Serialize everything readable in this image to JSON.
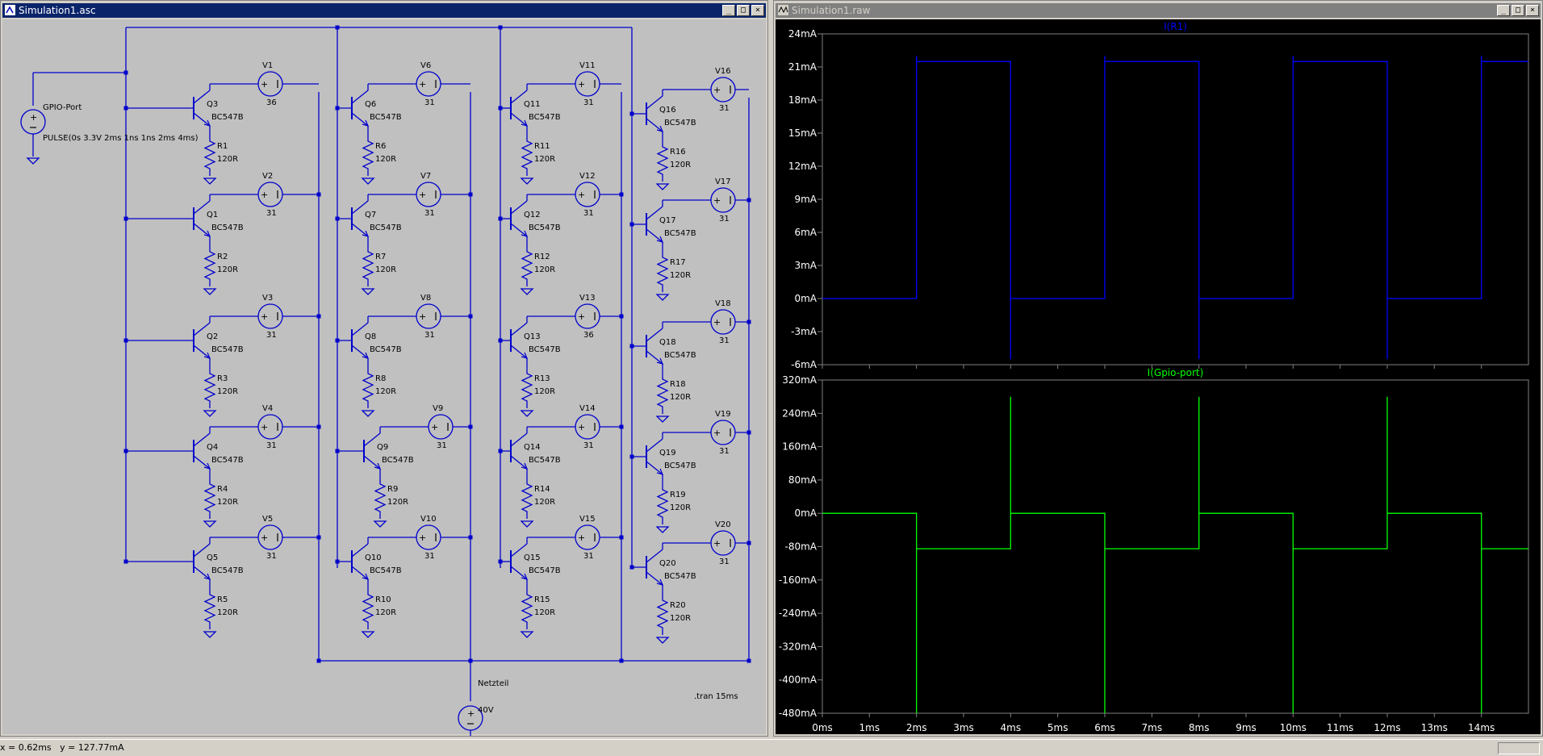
{
  "schematic_window": {
    "title": "Simulation1.asc",
    "buttons": {
      "minimize": "_",
      "maximize": "□",
      "close": "×"
    },
    "source": {
      "name": "GPIO-Port",
      "value": "PULSE(0s 3.3V 2ms 1ns 1ns 2ms 4ms)"
    },
    "supply": {
      "name": "Netzteil",
      "value": "40V"
    },
    "directive": ".tran 15ms",
    "columns": [
      {
        "stages": [
          {
            "q": "Q3",
            "model": "BC547B",
            "r": "R1",
            "rval": "120R",
            "v": "V1",
            "vval": "36"
          },
          {
            "q": "Q1",
            "model": "BC547B",
            "r": "R2",
            "rval": "120R",
            "v": "V2",
            "vval": "31"
          },
          {
            "q": "Q2",
            "model": "BC547B",
            "r": "R3",
            "rval": "120R",
            "v": "V3",
            "vval": "31"
          },
          {
            "q": "Q4",
            "model": "BC547B",
            "r": "R4",
            "rval": "120R",
            "v": "V4",
            "vval": "31"
          },
          {
            "q": "Q5",
            "model": "BC547B",
            "r": "R5",
            "rval": "120R",
            "v": "V5",
            "vval": "31"
          }
        ]
      },
      {
        "stages": [
          {
            "q": "Q6",
            "model": "BC547B",
            "r": "R6",
            "rval": "120R",
            "v": "V6",
            "vval": "31"
          },
          {
            "q": "Q7",
            "model": "BC547B",
            "r": "R7",
            "rval": "120R",
            "v": "V7",
            "vval": "31"
          },
          {
            "q": "Q8",
            "model": "BC547B",
            "r": "R8",
            "rval": "120R",
            "v": "V8",
            "vval": "31"
          },
          {
            "q": "Q9",
            "model": "BC547B",
            "r": "R9",
            "rval": "120R",
            "v": "V9",
            "vval": "31"
          },
          {
            "q": "Q10",
            "model": "BC547B",
            "r": "R10",
            "rval": "120R",
            "v": "V10",
            "vval": "31"
          }
        ]
      },
      {
        "stages": [
          {
            "q": "Q11",
            "model": "BC547B",
            "r": "R11",
            "rval": "120R",
            "v": "V11",
            "vval": "31"
          },
          {
            "q": "Q12",
            "model": "BC547B",
            "r": "R12",
            "rval": "120R",
            "v": "V12",
            "vval": "31"
          },
          {
            "q": "Q13",
            "model": "BC547B",
            "r": "R13",
            "rval": "120R",
            "v": "V13",
            "vval": "36"
          },
          {
            "q": "Q14",
            "model": "BC547B",
            "r": "R14",
            "rval": "120R",
            "v": "V14",
            "vval": "31"
          },
          {
            "q": "Q15",
            "model": "BC547B",
            "r": "R15",
            "rval": "120R",
            "v": "V15",
            "vval": "31"
          }
        ]
      },
      {
        "stages": [
          {
            "q": "Q16",
            "model": "BC547B",
            "r": "R16",
            "rval": "120R",
            "v": "V16",
            "vval": "31"
          },
          {
            "q": "Q17",
            "model": "BC547B",
            "r": "R17",
            "rval": "120R",
            "v": "V17",
            "vval": "31"
          },
          {
            "q": "Q18",
            "model": "BC547B",
            "r": "R18",
            "rval": "120R",
            "v": "V18",
            "vval": "31"
          },
          {
            "q": "Q19",
            "model": "BC547B",
            "r": "R19",
            "rval": "120R",
            "v": "V19",
            "vval": "31"
          },
          {
            "q": "Q20",
            "model": "BC547B",
            "r": "R20",
            "rval": "120R",
            "v": "V20",
            "vval": "31"
          }
        ]
      }
    ]
  },
  "waveform_window": {
    "title": "Simulation1.raw",
    "buttons": {
      "minimize": "_",
      "maximize": "□",
      "close": "×"
    }
  },
  "status": {
    "text": "x = 0.62ms   y = 127.77mA"
  },
  "chart_data": [
    {
      "type": "line",
      "title": "I(R1)",
      "color": "#0000ff",
      "x_ticks": [
        "0ms",
        "1ms",
        "2ms",
        "3ms",
        "4ms",
        "5ms",
        "6ms",
        "7ms",
        "8ms",
        "9ms",
        "10ms",
        "11ms",
        "12ms",
        "13ms",
        "14ms"
      ],
      "y_ticks": [
        "24mA",
        "21mA",
        "18mA",
        "15mA",
        "12mA",
        "9mA",
        "6mA",
        "3mA",
        "0mA",
        "-3mA",
        "-6mA"
      ],
      "xlim": [
        0,
        15
      ],
      "ylim": [
        -6,
        24
      ],
      "series": [
        {
          "x": [
            0,
            2,
            2,
            2,
            4,
            4,
            4,
            6,
            6,
            6,
            8,
            8,
            8,
            10,
            10,
            10,
            12,
            12,
            12,
            14,
            14,
            14,
            15
          ],
          "y": [
            0,
            0,
            22,
            21.5,
            21.5,
            -5.5,
            0,
            0,
            22,
            21.5,
            21.5,
            -5.5,
            0,
            0,
            22,
            21.5,
            21.5,
            -5.5,
            0,
            0,
            22,
            21.5,
            21.5
          ]
        }
      ]
    },
    {
      "type": "line",
      "title": "I(Gpio-port)",
      "color": "#00ff00",
      "x_ticks": [
        "0ms",
        "1ms",
        "2ms",
        "3ms",
        "4ms",
        "5ms",
        "6ms",
        "7ms",
        "8ms",
        "9ms",
        "10ms",
        "11ms",
        "12ms",
        "13ms",
        "14ms"
      ],
      "y_ticks": [
        "320mA",
        "240mA",
        "160mA",
        "80mA",
        "0mA",
        "-80mA",
        "-160mA",
        "-240mA",
        "-320mA",
        "-400mA",
        "-480mA"
      ],
      "xlim": [
        0,
        15
      ],
      "ylim": [
        -480,
        320
      ],
      "series": [
        {
          "x": [
            0,
            2,
            2,
            2,
            4,
            4,
            4,
            6,
            6,
            6,
            8,
            8,
            8,
            10,
            10,
            10,
            12,
            12,
            12,
            14,
            14,
            14,
            15
          ],
          "y": [
            0,
            0,
            -480,
            -85,
            -85,
            280,
            0,
            0,
            -480,
            -85,
            -85,
            280,
            0,
            0,
            -480,
            -85,
            -85,
            280,
            0,
            0,
            -480,
            -85,
            -85
          ]
        }
      ]
    }
  ]
}
